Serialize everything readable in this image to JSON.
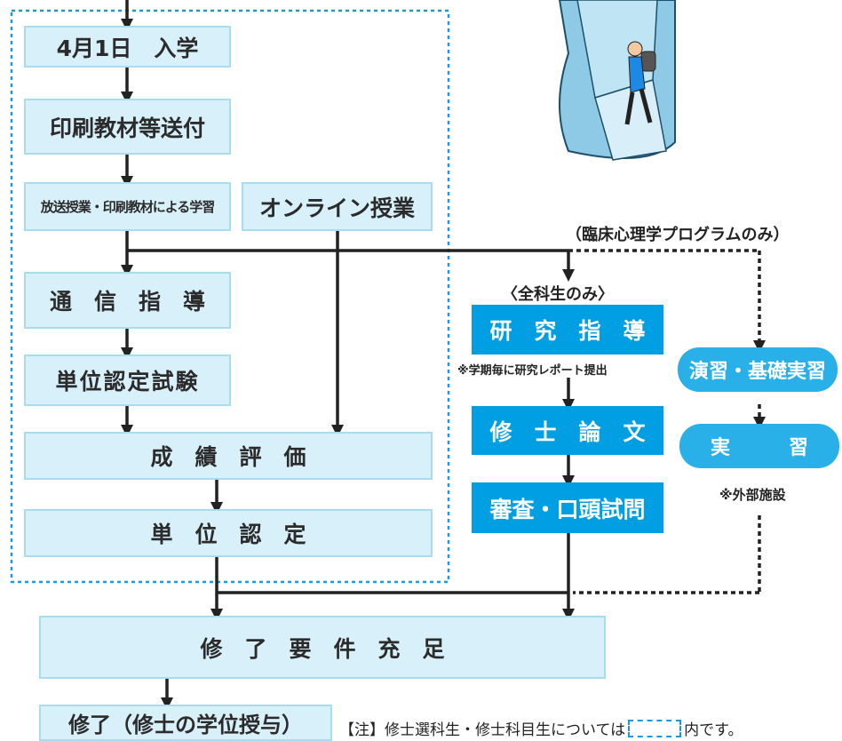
{
  "colors": {
    "light_box": "#d8f0fa",
    "dark_box": "#009fe3",
    "pill": "#2ab0e8",
    "dotted": "#1a9ad6",
    "line": "#222222"
  },
  "left_flow": {
    "enroll": "4月1日　入学",
    "materials": "印刷教材等送付",
    "broadcast_study": "放送授業・印刷教材による学習",
    "online_class": "オンライン授業",
    "correspondence": "通　信　指　導",
    "credit_exam": "単位認定試験",
    "grading": "成　績　評　価",
    "credit_recognition": "単　位　認　定"
  },
  "middle_flow": {
    "note_all": "〈全科生のみ〉",
    "research_guidance": "研　究　指　導",
    "research_note": "※学期毎に研究レポート提出",
    "thesis": "修　士　論　文",
    "review": "審査・口頭試問"
  },
  "right_flow": {
    "note_clinical": "（臨床心理学プログラムのみ）",
    "practice_basic": "演習・基礎実習",
    "practicum": "実　　　習",
    "practicum_note": "※外部施設"
  },
  "bottom": {
    "requirements": "修　了　要　件　充　足",
    "completion": "修了（修士の学位授与）",
    "note_prefix": "【注】修士選科生・修士科目生については",
    "note_suffix": "内です。"
  },
  "illustration": {
    "icon": "hiker-climbing-icon"
  }
}
